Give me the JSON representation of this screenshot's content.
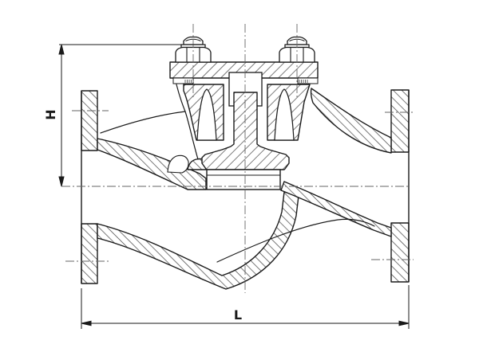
{
  "page": {
    "title": "Lift check valve sectional drawing"
  },
  "drawing": {
    "subject": "flanged lift check valve cross-section",
    "view": "full section, side elevation",
    "colors": {
      "background": "#ffffff",
      "line": "#1a1a1a",
      "centerline": "#666666",
      "hatch": "#3f3f3f"
    },
    "dimensions": {
      "height": {
        "label": "H"
      },
      "length": {
        "label": "L"
      }
    },
    "parts": [
      "body",
      "inlet-flange",
      "outlet-flange",
      "bonnet-cover",
      "hex-bolt-left",
      "hex-bolt-right",
      "piston-disc",
      "seat-ring",
      "stem-guide-boss"
    ]
  }
}
